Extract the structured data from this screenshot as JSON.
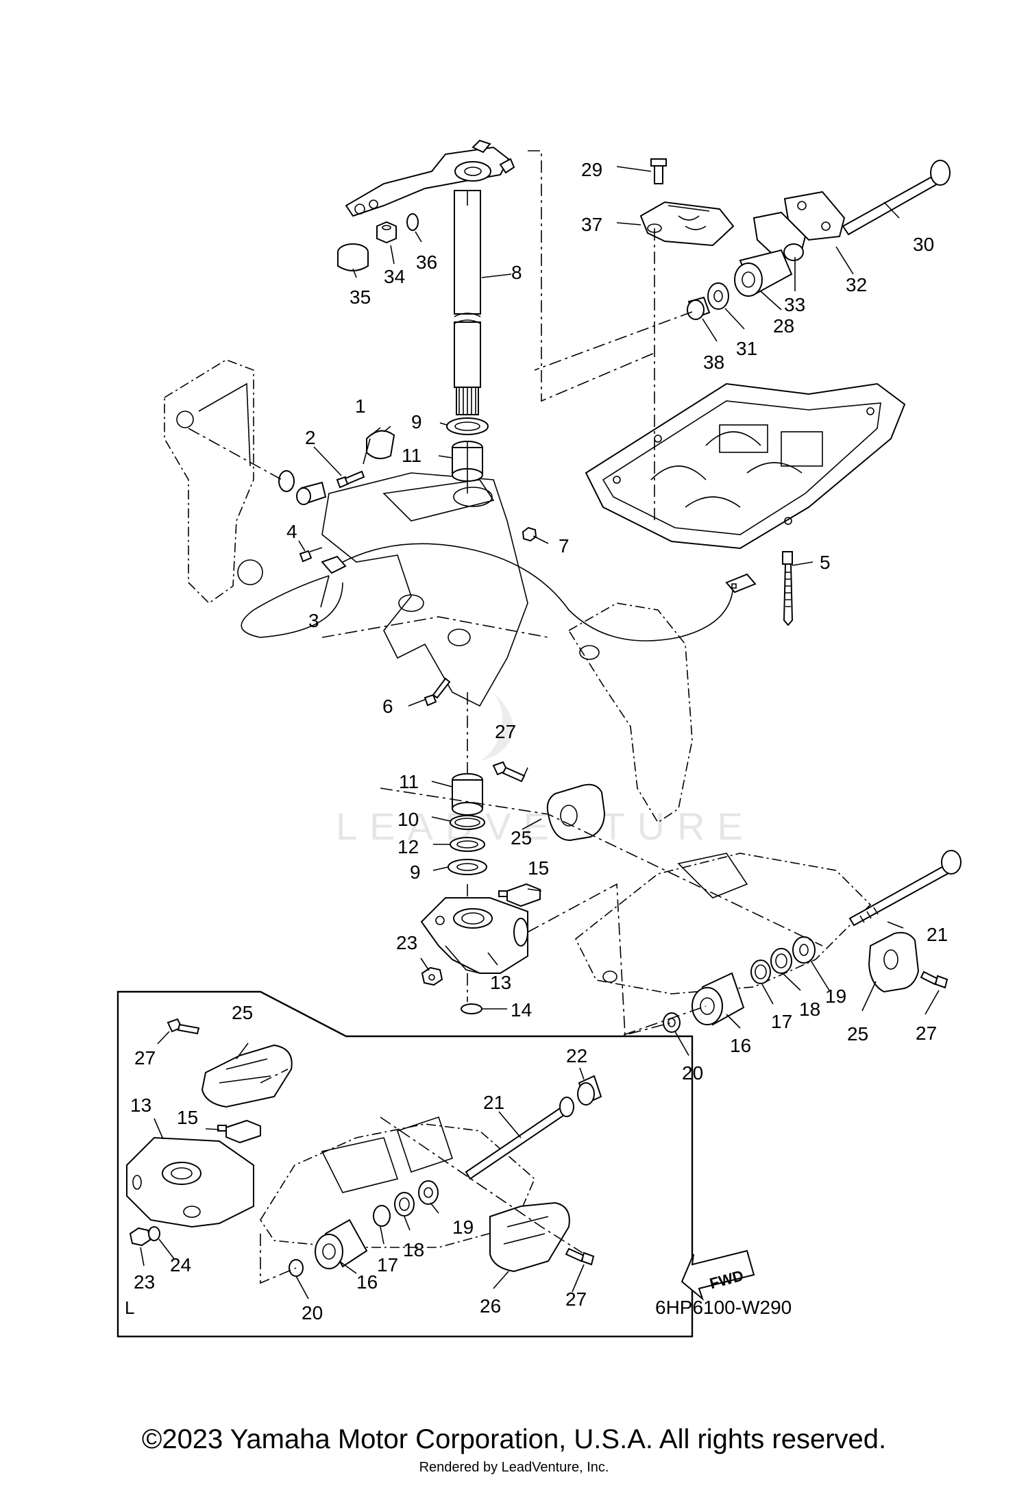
{
  "diagram_code": "6HP6100-W290",
  "inset_tag": "L",
  "fwd_label": "FWD",
  "watermark": "LEADVENTURE",
  "copyright": "©2023 Yamaha Motor Corporation, U.S.A. All rights reserved.",
  "rendered_by": "Rendered by LeadVenture, Inc.",
  "callouts": [
    {
      "id": "c1",
      "label": "1"
    },
    {
      "id": "c2",
      "label": "2"
    },
    {
      "id": "c3",
      "label": "3"
    },
    {
      "id": "c4",
      "label": "4"
    },
    {
      "id": "c5",
      "label": "5"
    },
    {
      "id": "c6",
      "label": "6"
    },
    {
      "id": "c7",
      "label": "7"
    },
    {
      "id": "c8",
      "label": "8"
    },
    {
      "id": "c9a",
      "label": "9"
    },
    {
      "id": "c9b",
      "label": "9"
    },
    {
      "id": "c10",
      "label": "10"
    },
    {
      "id": "c11a",
      "label": "11"
    },
    {
      "id": "c11b",
      "label": "11"
    },
    {
      "id": "c12",
      "label": "12"
    },
    {
      "id": "c13a",
      "label": "13"
    },
    {
      "id": "c13b",
      "label": "13"
    },
    {
      "id": "c14",
      "label": "14"
    },
    {
      "id": "c15a",
      "label": "15"
    },
    {
      "id": "c15b",
      "label": "15"
    },
    {
      "id": "c16a",
      "label": "16"
    },
    {
      "id": "c16b",
      "label": "16"
    },
    {
      "id": "c17a",
      "label": "17"
    },
    {
      "id": "c17b",
      "label": "17"
    },
    {
      "id": "c18a",
      "label": "18"
    },
    {
      "id": "c18b",
      "label": "18"
    },
    {
      "id": "c19a",
      "label": "19"
    },
    {
      "id": "c19b",
      "label": "19"
    },
    {
      "id": "c20a",
      "label": "20"
    },
    {
      "id": "c20b",
      "label": "20"
    },
    {
      "id": "c21a",
      "label": "21"
    },
    {
      "id": "c21b",
      "label": "21"
    },
    {
      "id": "c22",
      "label": "22"
    },
    {
      "id": "c23a",
      "label": "23"
    },
    {
      "id": "c23b",
      "label": "23"
    },
    {
      "id": "c24",
      "label": "24"
    },
    {
      "id": "c25a",
      "label": "25"
    },
    {
      "id": "c25b",
      "label": "25"
    },
    {
      "id": "c25c",
      "label": "25"
    },
    {
      "id": "c26",
      "label": "26"
    },
    {
      "id": "c27a",
      "label": "27"
    },
    {
      "id": "c27b",
      "label": "27"
    },
    {
      "id": "c27c",
      "label": "27"
    },
    {
      "id": "c27d",
      "label": "27"
    },
    {
      "id": "c28",
      "label": "28"
    },
    {
      "id": "c29",
      "label": "29"
    },
    {
      "id": "c30",
      "label": "30"
    },
    {
      "id": "c31",
      "label": "31"
    },
    {
      "id": "c32",
      "label": "32"
    },
    {
      "id": "c33",
      "label": "33"
    },
    {
      "id": "c34",
      "label": "34"
    },
    {
      "id": "c35",
      "label": "35"
    },
    {
      "id": "c36",
      "label": "36"
    },
    {
      "id": "c37",
      "label": "37"
    },
    {
      "id": "c38",
      "label": "38"
    }
  ]
}
